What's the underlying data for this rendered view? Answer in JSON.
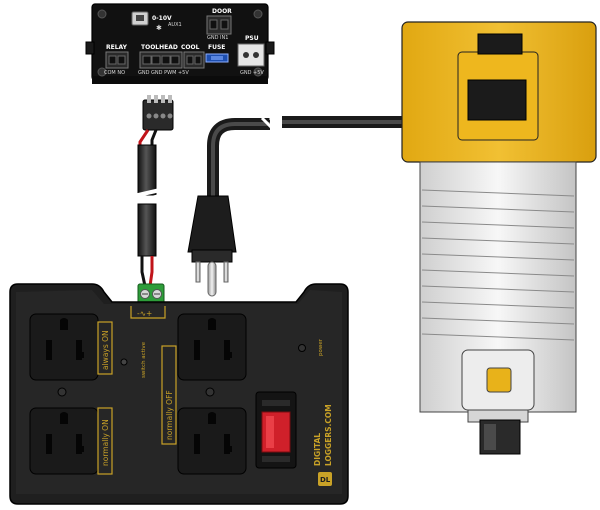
{
  "controller": {
    "voltage_label": "0-10V",
    "aux_label": "AUX1",
    "door_label": "DOOR",
    "relay_label": "RELAY",
    "toolhead_label": "TOOLHEAD",
    "cool_label": "COOL",
    "fuse_label": "FUSE",
    "psu_label": "PSU",
    "relay_pins": "COM NO",
    "toolhead_pins": "GND GND PWM +5V",
    "door_pins": "GND IN1",
    "psu_pins": "GND +5V"
  },
  "relay_box": {
    "always_on_label": "always ON",
    "normally_on_label": "normally ON",
    "normally_off_label": "normally OFF",
    "switch_active_label": "switch active",
    "power_label": "power",
    "input_label": "-∿+",
    "brand_line1": "DIGITAL",
    "brand_line2": "LOGGERS.COM",
    "brand_badge": "DL"
  },
  "colors": {
    "router_yellow": "#e8b21a",
    "router_silver": "#e6e6e6",
    "box_black": "#1f1f1f",
    "gold_trim": "#c9a227",
    "terminal_green": "#2e9d3a",
    "switch_red": "#d0202a",
    "wire_red": "#c0141a"
  }
}
